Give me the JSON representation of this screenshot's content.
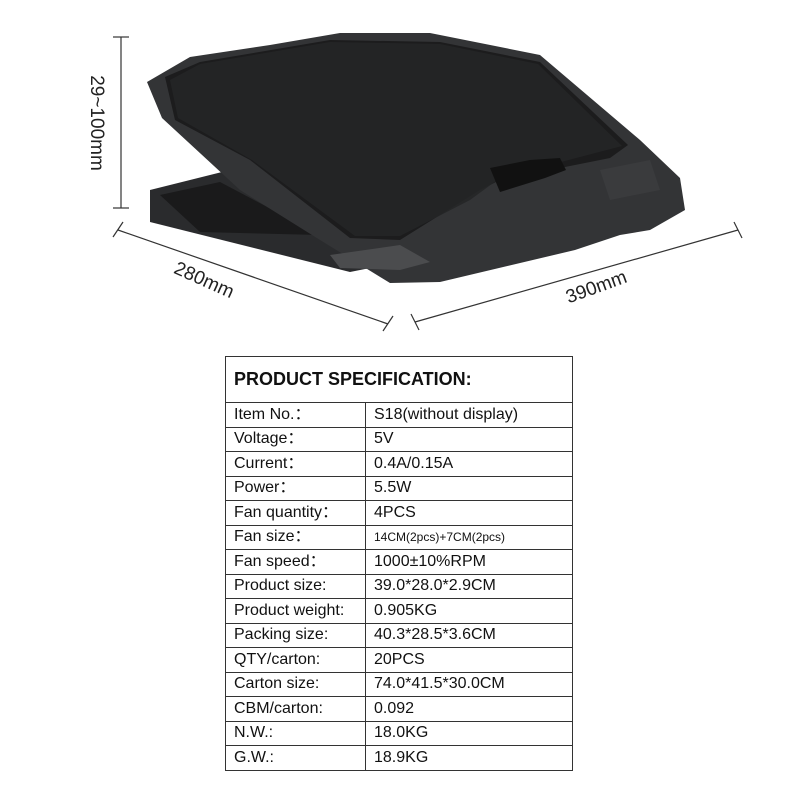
{
  "dimensions": {
    "height": "29~100mm",
    "depth": "280mm",
    "width": "390mm"
  },
  "spec": {
    "title": "PRODUCT SPECIFICATION:",
    "rows": [
      {
        "label": "Item No.：",
        "value": "S18(without display)"
      },
      {
        "label": "Voltage：",
        "value": "5V"
      },
      {
        "label": "Current：",
        "value": "0.4A/0.15A"
      },
      {
        "label": "Power：",
        "value": "5.5W"
      },
      {
        "label": "Fan quantity：",
        "value": "4PCS"
      },
      {
        "label": "Fan size：",
        "value": "14CM(2pcs)+7CM(2pcs)"
      },
      {
        "label": "Fan speed：",
        "value": "1000±10%RPM"
      },
      {
        "label": "Product size:",
        "value": "39.0*28.0*2.9CM"
      },
      {
        "label": "Product weight:",
        "value": "0.905KG"
      },
      {
        "label": "Packing size:",
        "value": "40.3*28.5*3.6CM"
      },
      {
        "label": "QTY/carton:",
        "value": "20PCS"
      },
      {
        "label": "Carton size:",
        "value": "74.0*41.5*30.0CM"
      },
      {
        "label": "CBM/carton:",
        "value": "0.092"
      },
      {
        "label": "N.W.:",
        "value": "18.0KG"
      },
      {
        "label": "G.W.:",
        "value": "18.9KG"
      }
    ]
  }
}
